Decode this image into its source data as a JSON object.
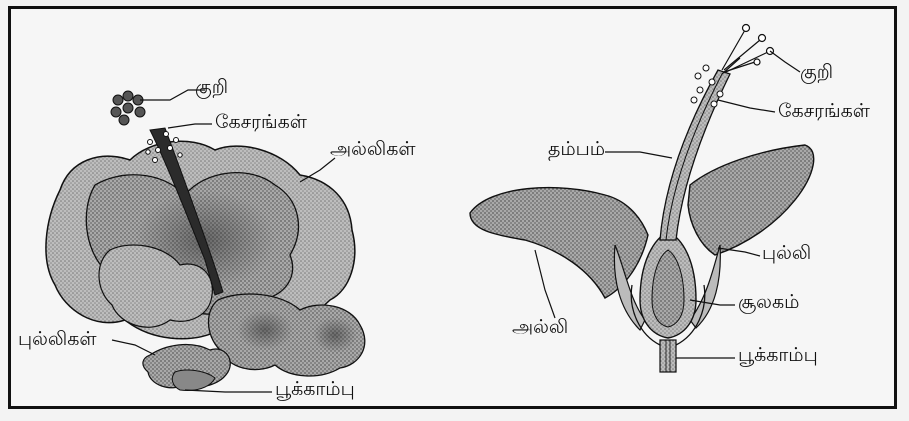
{
  "left_figure": {
    "labels": {
      "stigma": "குறி",
      "stamens": "கேசரங்கள்",
      "petals": "அல்லிகள்",
      "sepals": "புல்லிகள்",
      "pedicel": "பூக்காம்பு"
    }
  },
  "right_figure": {
    "labels": {
      "stigma": "குறி",
      "stamens": "கேசரங்கள்",
      "style": "தம்பம்",
      "sepal": "புல்லி",
      "ovary": "சூலகம்",
      "petal": "அல்லி",
      "pedicel": "பூக்காம்பு"
    }
  },
  "colors": {
    "petal_fill": "#9a9a9a",
    "petal_dark": "#666666",
    "line": "#111111"
  }
}
